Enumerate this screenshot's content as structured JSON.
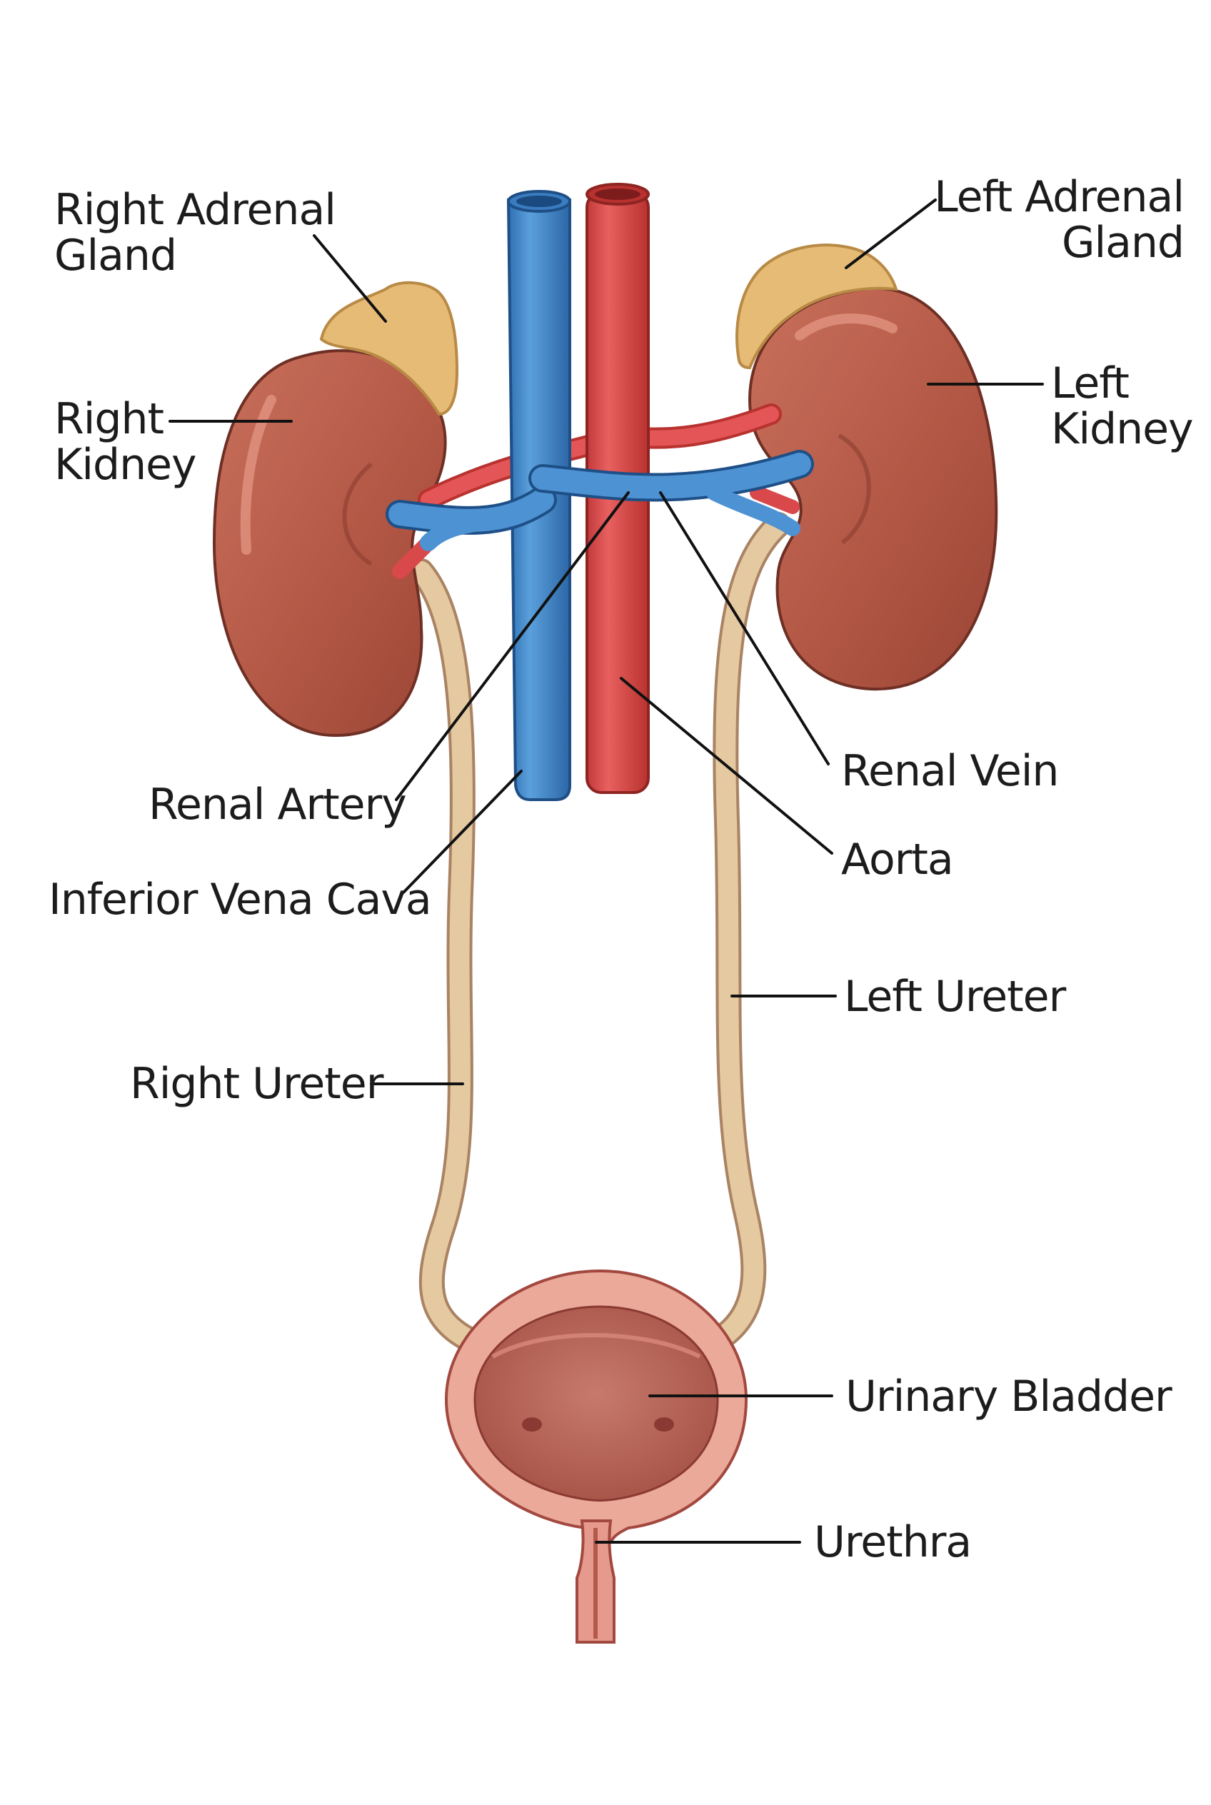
{
  "labels": {
    "right_adrenal_gland": {
      "line1": "Right Adrenal",
      "line2": "Gland"
    },
    "left_adrenal_gland": {
      "line1": "Left Adrenal",
      "line2": "Gland"
    },
    "right_kidney": {
      "line1": "Right",
      "line2": "Kidney"
    },
    "left_kidney": {
      "line1": "Left",
      "line2": "Kidney"
    },
    "renal_artery": "Renal Artery",
    "renal_vein": "Renal Vein",
    "inferior_vena_cava": "Inferior Vena Cava",
    "aorta": "Aorta",
    "left_ureter": "Left Ureter",
    "right_ureter": "Right Ureter",
    "urinary_bladder": "Urinary Bladder",
    "urethra": "Urethra"
  },
  "colors": {
    "kidney": "#b85c4a",
    "kidney_dark": "#7a3528",
    "adrenal": "#e2b570",
    "vein": "#3f84c8",
    "artery": "#d9484a",
    "ureter": "#e2c49b",
    "bladder_outer": "#e9a394",
    "bladder_inner": "#b9655a"
  }
}
